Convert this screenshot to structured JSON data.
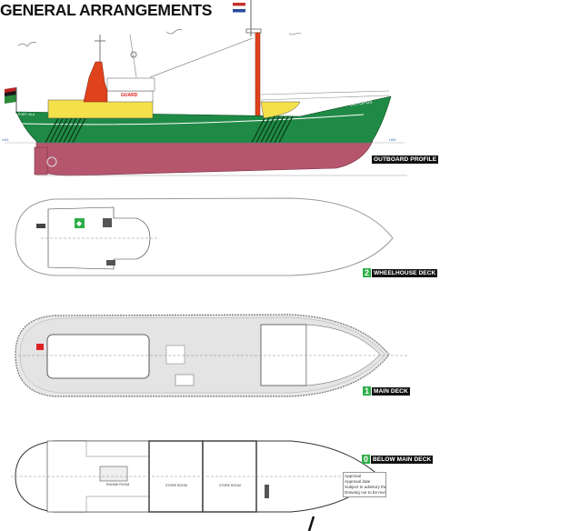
{
  "title": "GENERAL ARRANGEMENTS",
  "profile": {
    "label": "OUTBOARD PROFILE",
    "ship_name": "OCTOPUS",
    "home_port": "PORT VILA",
    "superstructure_text": "GUARD",
    "waterline_left": "LWL",
    "waterline_right": "LWL",
    "colors": {
      "hull_top": "#1f8a45",
      "antifouling": "#b5566d",
      "superstructure": "#f4e04a",
      "mast": "#e0421c"
    }
  },
  "wheelhouse_deck": {
    "number": "2",
    "label": "WHEELHOUSE DECK"
  },
  "main_deck": {
    "number": "1",
    "label": "MAIN DECK"
  },
  "below_main_deck": {
    "number": "0",
    "label": "BELOW MAIN DECK",
    "rooms": [
      "ENGINE ROOM",
      "STORE ROOM",
      "STORE ROOM"
    ],
    "approval": [
      "Approval",
      "Approval date",
      "Subject to advisory the",
      "Drawing not to be revi"
    ]
  }
}
